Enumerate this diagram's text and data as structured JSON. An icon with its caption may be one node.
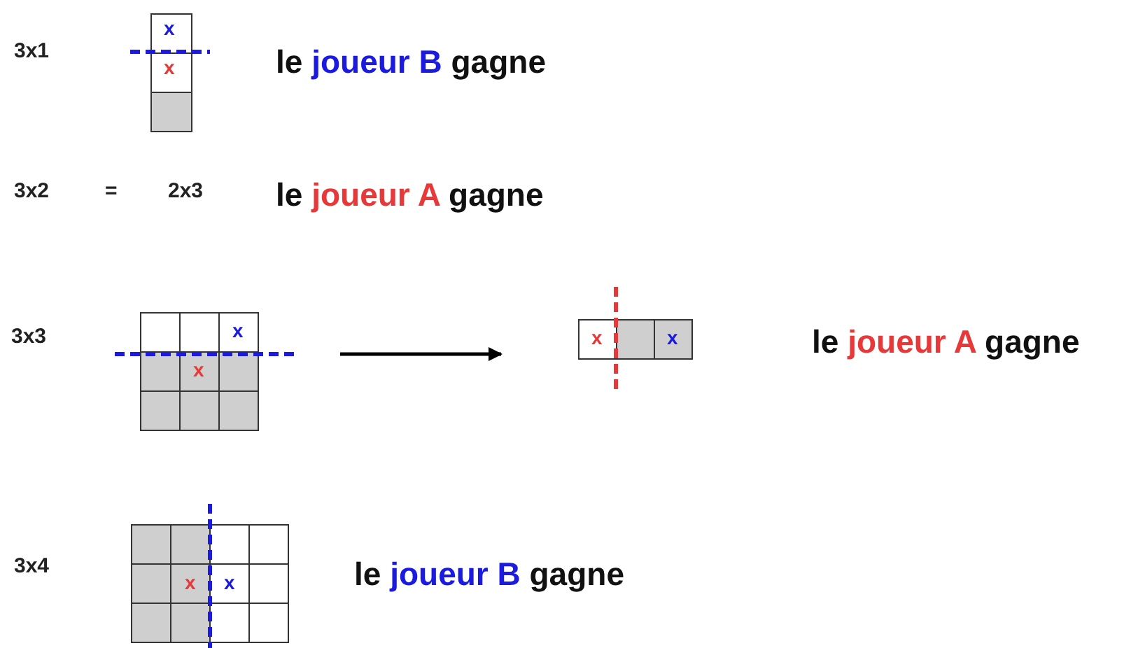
{
  "diagram": {
    "nodes": [
      {
        "text": [
          "x",
          "x"
        ]
      },
      {
        "text": [
          "x",
          "x"
        ]
      }
    ],
    "edges": [
      {
        "from": 0,
        "to": 1,
        "arrow": "to"
      }
    ],
    "labels": [
      "3x1",
      "x",
      "x",
      "le joueur B gagne",
      "3x2",
      "=",
      "2x3",
      "le joueur A gagne",
      "3x3",
      "le joueur A gagne",
      "3x4",
      "x",
      "x",
      "le joueur B gagne"
    ]
  }
}
